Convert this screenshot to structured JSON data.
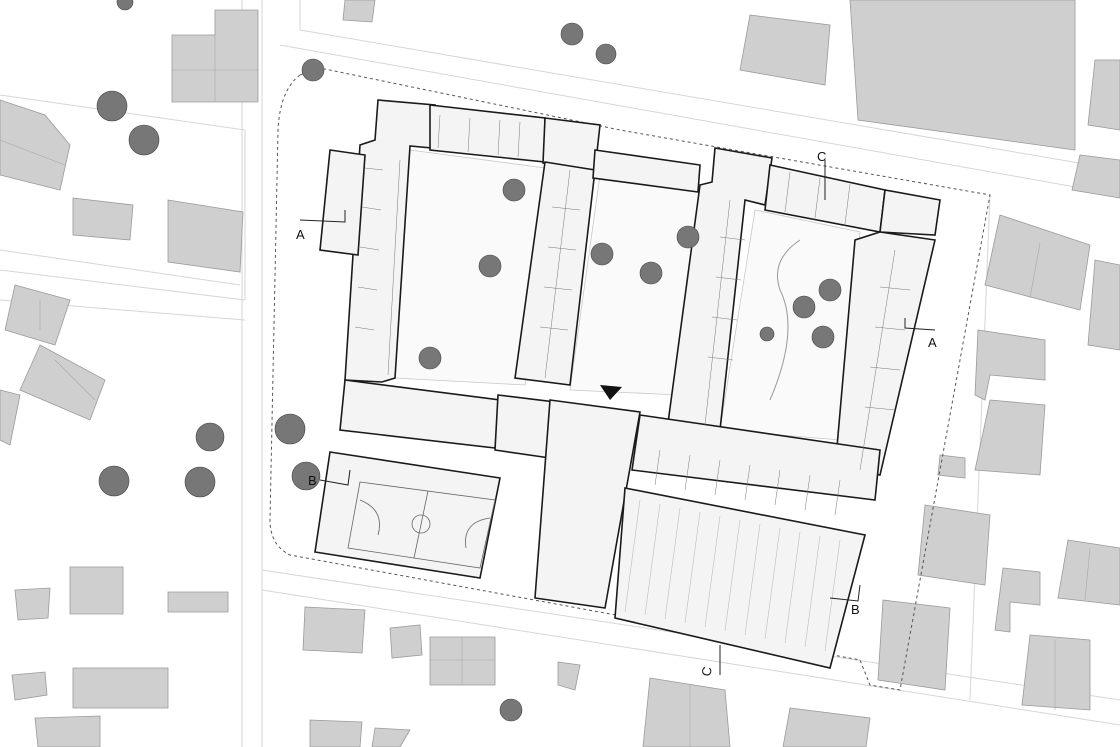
{
  "section_marks": {
    "a_left": "A",
    "a_right": "A",
    "b_left": "B",
    "b_right": "B",
    "c_top": "C",
    "c_bottom": "C"
  },
  "north_arrow": "triangle-marker-icon",
  "colors": {
    "background": "#ffffff",
    "neighbour_building": "#cfcfcf",
    "neighbour_outline": "#9a9a9a",
    "wall": "#1a1a1a",
    "tree": "#6f6f6f",
    "road_line": "#d6d6d6"
  }
}
